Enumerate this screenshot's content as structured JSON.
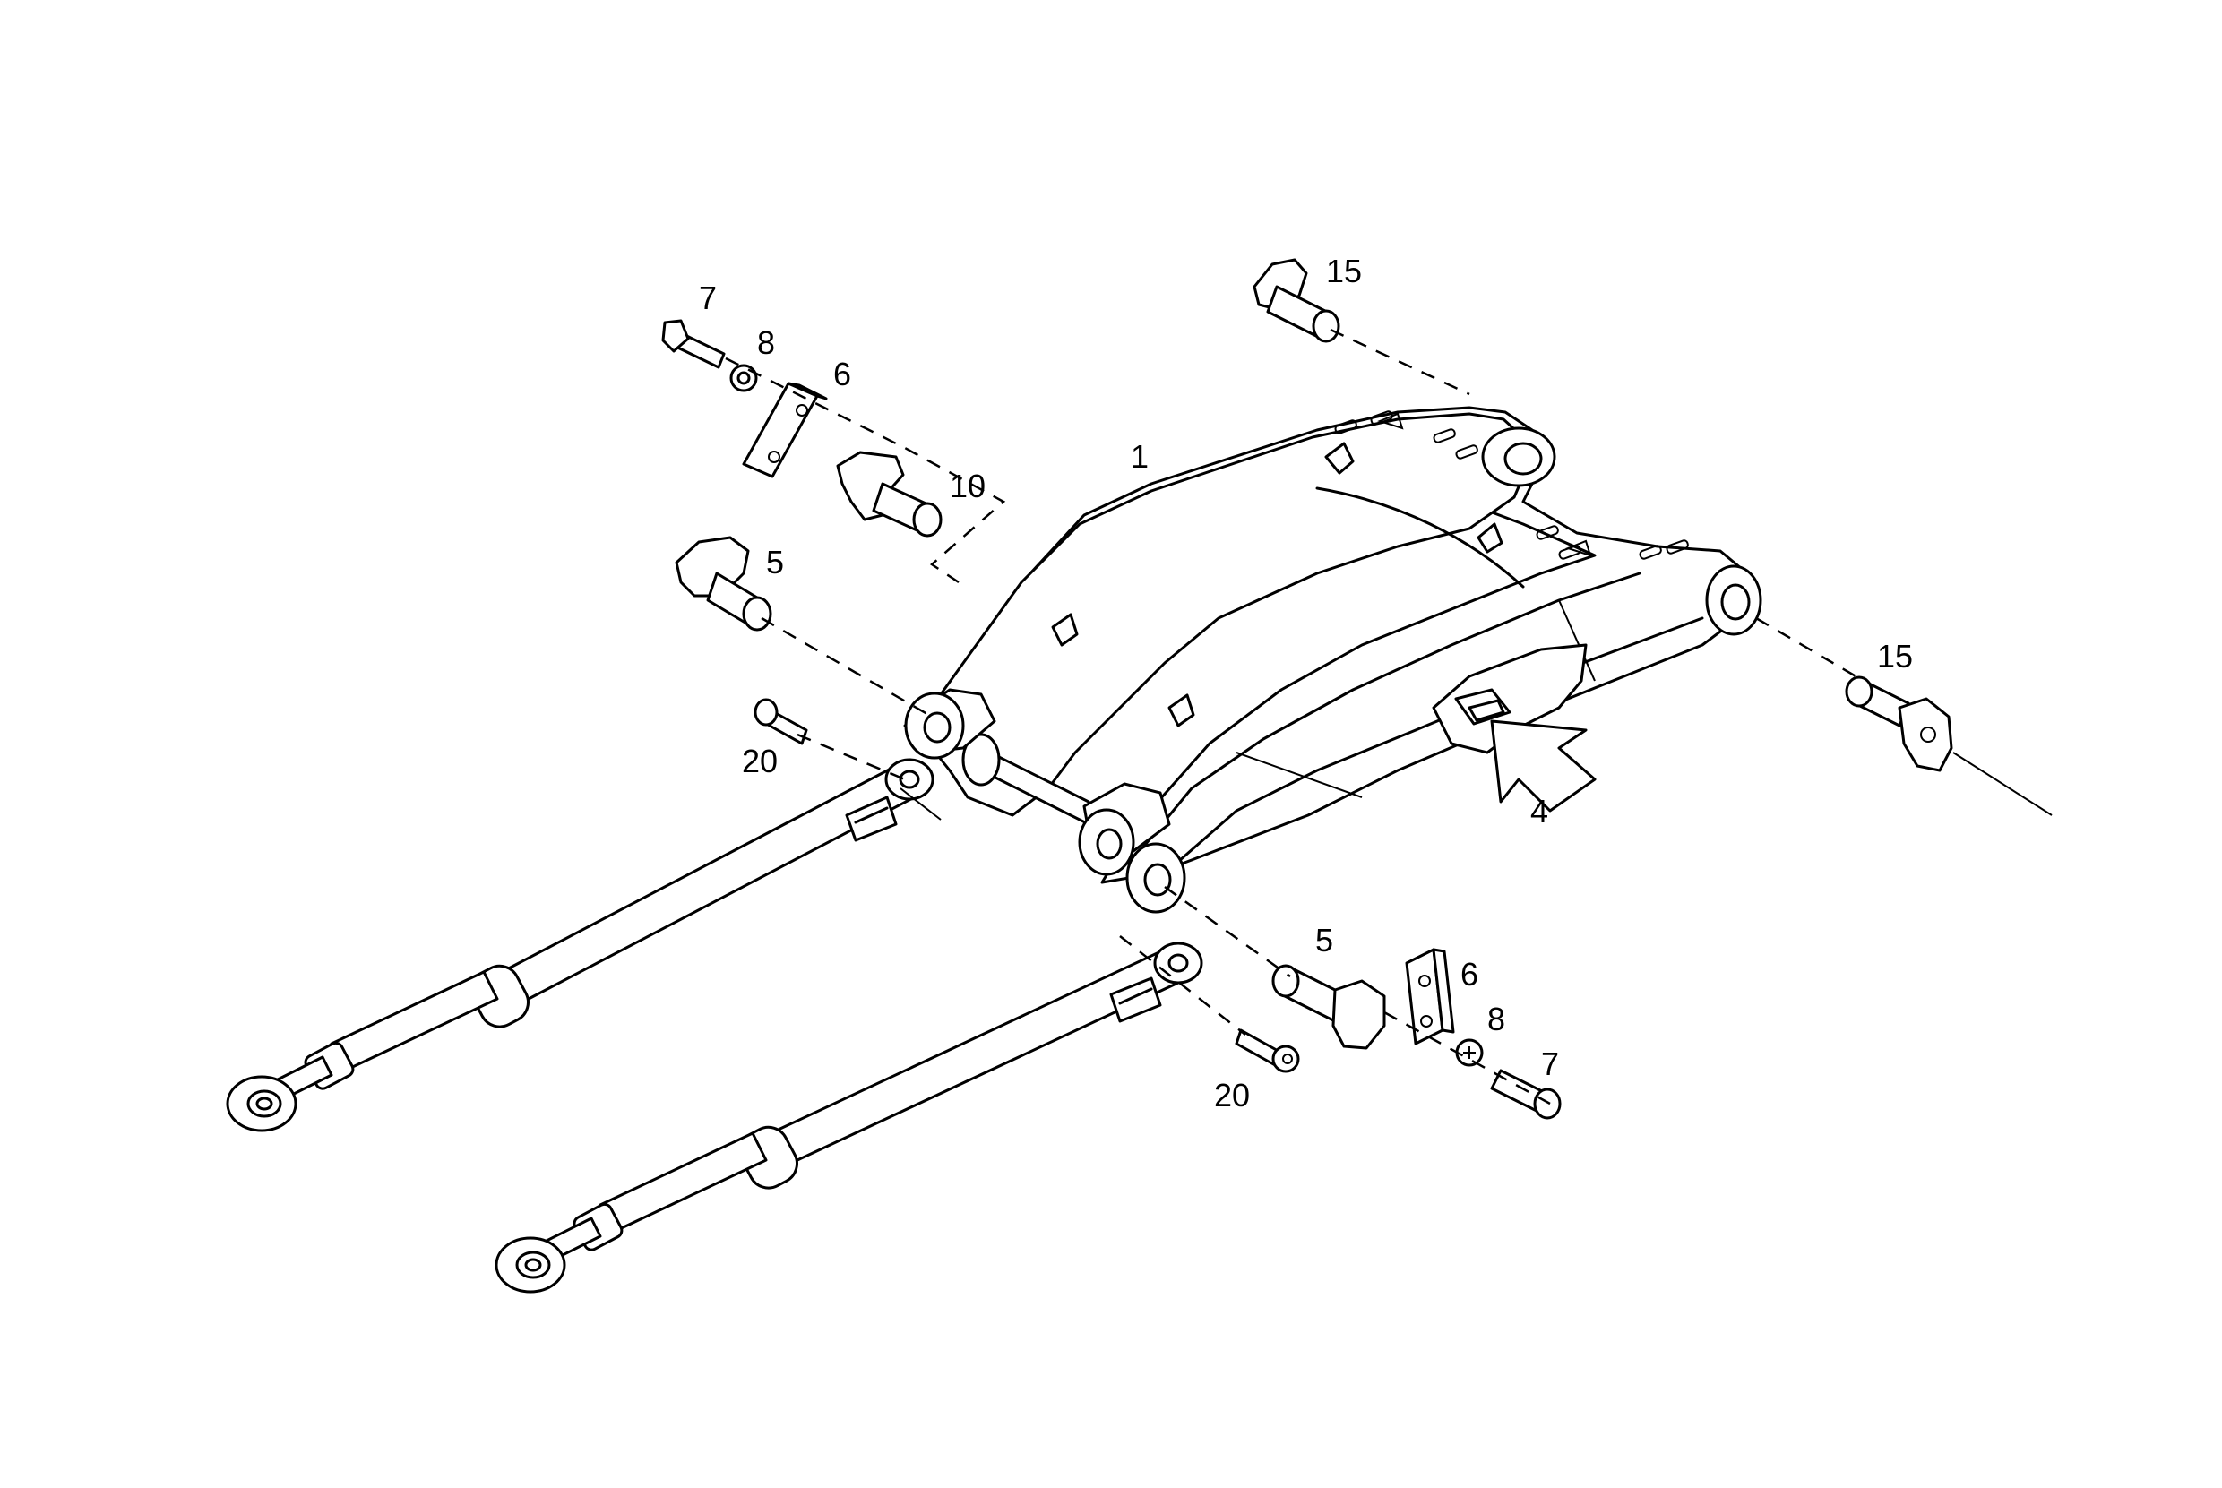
{
  "callouts": [
    {
      "id": "c1",
      "label": "1"
    },
    {
      "id": "c4",
      "label": "4"
    },
    {
      "id": "c5a",
      "label": "5"
    },
    {
      "id": "c5b",
      "label": "5"
    },
    {
      "id": "c6a",
      "label": "6"
    },
    {
      "id": "c6b",
      "label": "6"
    },
    {
      "id": "c7a",
      "label": "7"
    },
    {
      "id": "c7b",
      "label": "7"
    },
    {
      "id": "c8a",
      "label": "8"
    },
    {
      "id": "c8b",
      "label": "8"
    },
    {
      "id": "c10",
      "label": "10"
    },
    {
      "id": "c15a",
      "label": "15"
    },
    {
      "id": "c15b",
      "label": "15"
    },
    {
      "id": "c20a",
      "label": "20"
    },
    {
      "id": "c20b",
      "label": "20"
    }
  ]
}
